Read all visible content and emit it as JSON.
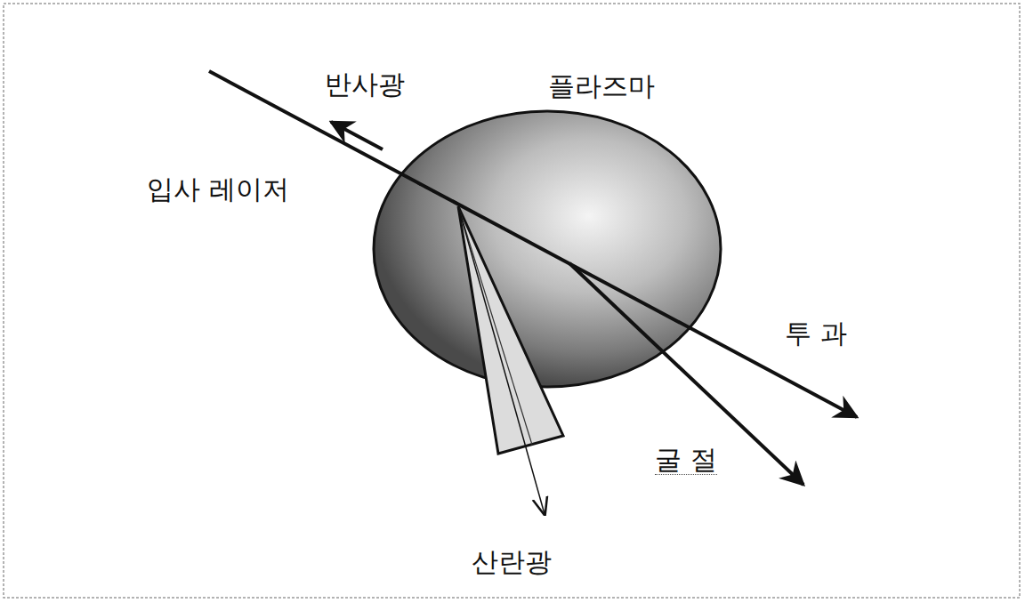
{
  "diagram": {
    "nodes": [
      {
        "text": [
          "플라즈마"
        ]
      }
    ],
    "labels": [
      "반사광",
      "입사 레이저",
      "투 과",
      "굴 절",
      "산란광"
    ]
  }
}
